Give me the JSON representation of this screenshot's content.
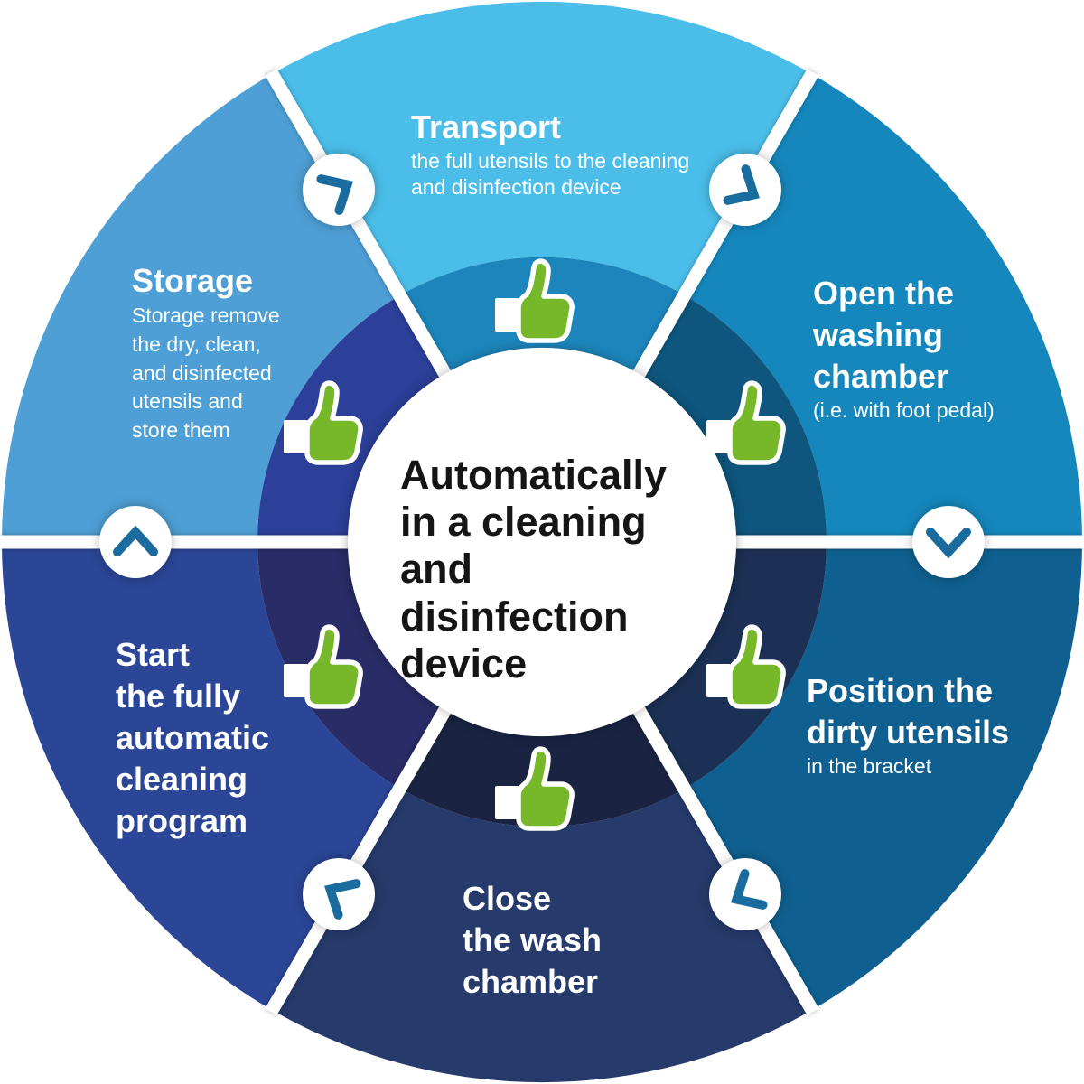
{
  "center": {
    "title_lines": [
      "Automatically",
      "in a cleaning",
      "and disinfection",
      "device"
    ]
  },
  "wheel": {
    "thumb_color": "#76B82A",
    "arrow_chevron_color": "#1A6B9E",
    "divider_color": "#FFFFFF"
  },
  "segments": [
    {
      "name": "transport",
      "title_lines": [
        "Transport"
      ],
      "desc_lines": [
        "the full utensils to the cleaning",
        "and disinfection device"
      ],
      "outer_color": "#4ABEE9",
      "inner_color": "#1C86BC"
    },
    {
      "name": "open-washing-chamber",
      "title_lines": [
        "Open the",
        "washing",
        "chamber"
      ],
      "desc_lines": [
        "(i.e. with foot pedal)"
      ],
      "outer_color": "#1587BD",
      "inner_color": "#0E567E"
    },
    {
      "name": "position-dirty-utensils",
      "title_lines": [
        "Position the",
        "dirty utensils"
      ],
      "desc_lines": [
        "in the bracket"
      ],
      "outer_color": "#0F6090",
      "inner_color": "#1B3054"
    },
    {
      "name": "close-wash-chamber",
      "title_lines": [
        "Close",
        "the wash",
        "chamber"
      ],
      "desc_lines": [],
      "outer_color": "#263A6B",
      "inner_color": "#1A2442"
    },
    {
      "name": "start-cleaning-program",
      "title_lines": [
        "Start",
        "the fully",
        "automatic",
        "cleaning",
        "program"
      ],
      "desc_lines": [],
      "outer_color": "#2B4697",
      "inner_color": "#292C66"
    },
    {
      "name": "storage",
      "title_lines": [
        "Storage"
      ],
      "desc_lines": [
        "Storage remove",
        "the dry, clean,",
        "and disinfected",
        "utensils and",
        "store them"
      ],
      "outer_color": "#4E9FD5",
      "inner_color": "#2C3F99"
    }
  ]
}
